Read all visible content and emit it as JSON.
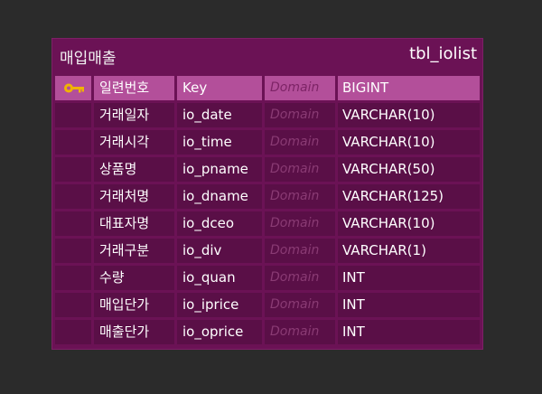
{
  "entity": {
    "logical_name": "매입매출",
    "physical_name": "tbl_iolist",
    "columns": [
      {
        "logical": "일련번호",
        "physical": "Key",
        "domain": "Domain",
        "type": "BIGINT",
        "pk": true,
        "icon": "key-icon"
      },
      {
        "logical": "거래일자",
        "physical": "io_date",
        "domain": "Domain",
        "type": "VARCHAR(10)",
        "pk": false
      },
      {
        "logical": "거래시각",
        "physical": "io_time",
        "domain": "Domain",
        "type": "VARCHAR(10)",
        "pk": false
      },
      {
        "logical": "상품명",
        "physical": "io_pname",
        "domain": "Domain",
        "type": "VARCHAR(50)",
        "pk": false
      },
      {
        "logical": "거래처명",
        "physical": "io_dname",
        "domain": "Domain",
        "type": "VARCHAR(125)",
        "pk": false
      },
      {
        "logical": "대표자명",
        "physical": "io_dceo",
        "domain": "Domain",
        "type": "VARCHAR(10)",
        "pk": false
      },
      {
        "logical": "거래구분",
        "physical": "io_div",
        "domain": "Domain",
        "type": "VARCHAR(1)",
        "pk": false
      },
      {
        "logical": "수량",
        "physical": "io_quan",
        "domain": "Domain",
        "type": "INT",
        "pk": false
      },
      {
        "logical": "매입단가",
        "physical": "io_iprice",
        "domain": "Domain",
        "type": "INT",
        "pk": false
      },
      {
        "logical": "매출단가",
        "physical": "io_oprice",
        "domain": "Domain",
        "type": "INT",
        "pk": false
      }
    ]
  },
  "colors": {
    "background": "#2b2b2b",
    "entity_fill": "#6b1255",
    "pk_row": "#b34f9a",
    "data_row": "#5a0f47",
    "key_icon": "#f0b400"
  }
}
